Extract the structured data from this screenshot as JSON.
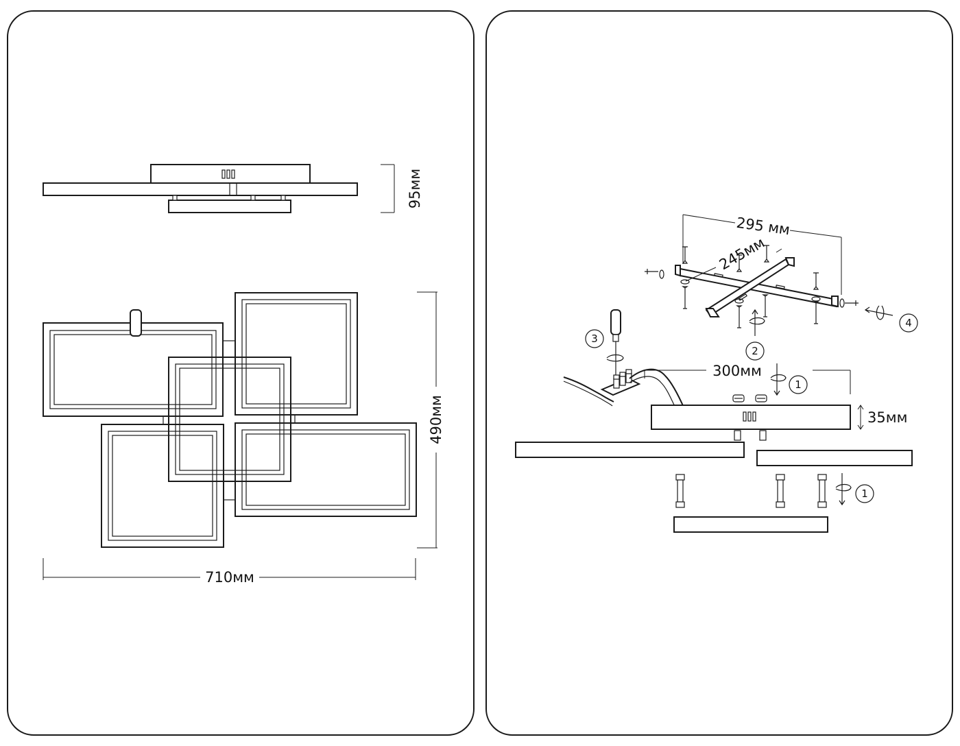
{
  "dimensions": {
    "height_side": "95мм",
    "height_front": "490мм",
    "width_front": "710мм",
    "bracket_length": "295 мм",
    "bracket_cross": "245мм",
    "canopy_length": "300мм",
    "canopy_height": "35мм"
  },
  "steps": {
    "step_1_top": "1",
    "step_1_bottom": "1",
    "step_2": "2",
    "step_3": "3",
    "step_4": "4"
  }
}
